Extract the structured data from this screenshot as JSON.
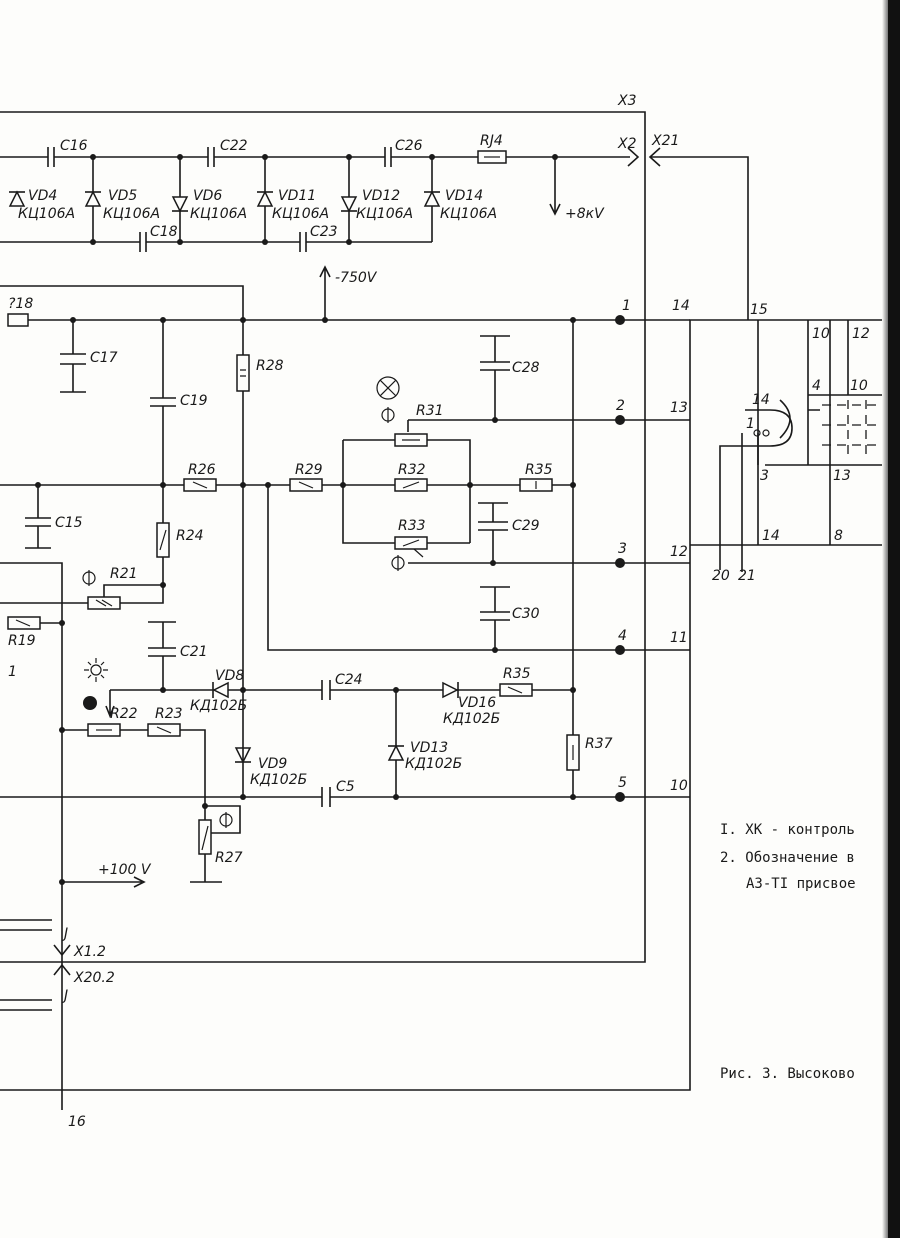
{
  "components": {
    "C16": "C16",
    "C22": "C22",
    "C26": "C26",
    "RJ4": "RJ4",
    "C18": "C18",
    "C23": "C23",
    "VD4": "VD4",
    "VD4t": "КЦ106А",
    "VD5": "VD5",
    "VD5t": "КЦ106А",
    "VD6": "VD6",
    "VD6t": "КЦ106А",
    "VD11": "VD11",
    "VD11t": "КЦ106А",
    "VD12": "VD12",
    "VD12t": "КЦ106А",
    "VD14": "VD14",
    "VD14t": "КЦ106А",
    "C17": "C17",
    "C19": "C19",
    "R28": "R28",
    "C28": "C28",
    "R31": "R31",
    "R32": "R32",
    "R35a": "R35",
    "R26": "R26",
    "R29": "R29",
    "R33": "R33",
    "C29": "C29",
    "C15": "C15",
    "R24": "R24",
    "R21": "R21",
    "C30": "C30",
    "C21": "C21",
    "VD8": "VD8",
    "VD8t": "КД102Б",
    "C24": "C24",
    "VD16": "VD16",
    "VD16t": "КД102Б",
    "R35b": "R35",
    "R22": "R22",
    "R23": "R23",
    "R37": "R37",
    "VD13": "VD13",
    "VD13t": "КД102Б",
    "VD9": "VD9",
    "VD9t": "КД102Б",
    "C5": "C5",
    "R27": "R27",
    "R18": "?18",
    "R19": "R19"
  },
  "connectors": {
    "X3": "X3",
    "X2": "X2",
    "X21": "X21",
    "X1_2": "X1.2",
    "X20_2": "X20.2"
  },
  "voltages": {
    "plus8kv": "+8кV",
    "minus750": "-750V",
    "plus100": "+100 V"
  },
  "pins": {
    "p1": "1",
    "p2": "2",
    "p3": "3",
    "p4": "4",
    "p5": "5",
    "p14": "14",
    "p13": "13",
    "p12": "12",
    "p11": "11",
    "p10": "10",
    "p15": "15",
    "t10": "10",
    "t12": "12",
    "t4": "4",
    "t10b": "10",
    "t14": "14",
    "t1": "1",
    "t3": "3",
    "t13": "13",
    "t14b": "14",
    "t8": "8",
    "t20": "20",
    "t21": "21",
    "j3a": "J",
    "j3b": "J",
    "w16": "16",
    "left1": "1"
  },
  "notes": {
    "n1": "I. ХК - контроль",
    "n2": "2. Обозначение в",
    "n3": "А3-ТI присвое",
    "caption": "Рис. 3. Высоково"
  },
  "symbols": {
    "lamp": "lamp-symbol",
    "sun": "sun-symbol",
    "phi": "Ф"
  }
}
